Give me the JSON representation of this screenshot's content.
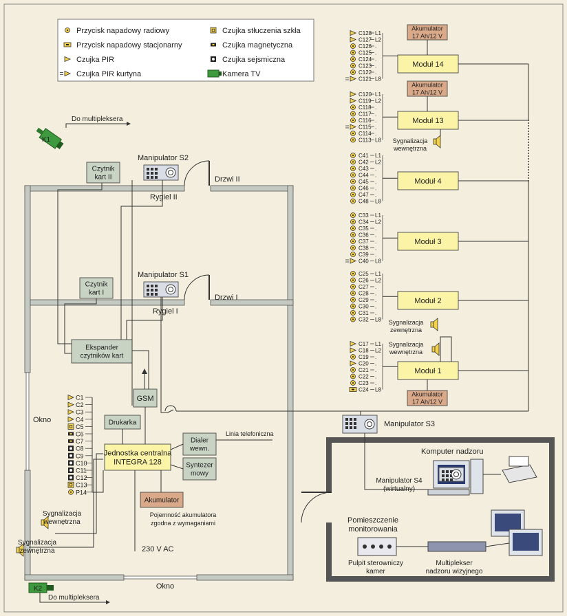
{
  "legend": {
    "items": [
      {
        "label": "Przycisk napadowy radiowy",
        "icon": "radio-panic-button-icon"
      },
      {
        "label": "Przycisk napadowy stacjonarny",
        "icon": "fixed-panic-button-icon"
      },
      {
        "label": "Czujka PIR",
        "icon": "pir-detector-icon"
      },
      {
        "label": "Czujka PIR kurtyna",
        "icon": "pir-curtain-detector-icon"
      },
      {
        "label": "Czujka stłuczenia szkła",
        "icon": "glass-break-detector-icon"
      },
      {
        "label": "Czujka magnetyczna",
        "icon": "magnetic-detector-icon"
      },
      {
        "label": "Czujka sejsmiczna",
        "icon": "seismic-detector-icon"
      },
      {
        "label": "Kamera TV",
        "icon": "tv-camera-icon"
      }
    ]
  },
  "cameras": [
    {
      "id": "K1",
      "dest": "Do multipleksera"
    },
    {
      "id": "K2",
      "dest": "Do multipleksera"
    }
  ],
  "building": {
    "card_reader_2": "Czytnik|kart II",
    "card_reader_1": "Czytnik|kart I",
    "manipulator_s2": "Manipulator S2",
    "manipulator_s1": "Manipulator S1",
    "door_2": "Drzwi II",
    "door_1": "Drzwi I",
    "bolt_2": "Rygiel II",
    "bolt_1": "Rygiel I",
    "expander": "Ekspander|czytników kart",
    "gsm": "GSM",
    "printer": "Drukarka",
    "central_unit": "Jednostka centralna|INTEGRA 128",
    "dialer": "Dialer|wewn.",
    "synth": "Syntezer|mowy",
    "battery": "Akumulator",
    "battery_note": "Pojemność akumulatora|zgodna z wymaganiami",
    "phone_line": "Linia telefoniczna",
    "power": "230 V AC",
    "window": "Okno",
    "siren_internal": "Sygnalizacja|wewnętrzna",
    "siren_external": "Sygnalizacja|zewnętrzna",
    "zones": [
      {
        "label": "C1",
        "type": "pir"
      },
      {
        "label": "C2",
        "type": "pir"
      },
      {
        "label": "C3",
        "type": "pir"
      },
      {
        "label": "C4",
        "type": "pir"
      },
      {
        "label": "C5",
        "type": "glass"
      },
      {
        "label": "C6",
        "type": "magnetic"
      },
      {
        "label": "C7",
        "type": "magnetic"
      },
      {
        "label": "C8",
        "type": "seismic"
      },
      {
        "label": "C9",
        "type": "seismic"
      },
      {
        "label": "C10",
        "type": "seismic"
      },
      {
        "label": "C11",
        "type": "seismic"
      },
      {
        "label": "C12",
        "type": "seismic"
      },
      {
        "label": "C13",
        "type": "glass"
      },
      {
        "label": "P14",
        "type": "radio"
      }
    ]
  },
  "modules": [
    {
      "name": "Moduł 14",
      "battery": "Akumulator|17 Ah/12 V",
      "zones": [
        [
          "C128",
          "pir"
        ],
        [
          "C127",
          "pir"
        ],
        [
          "C126",
          "radio"
        ],
        [
          "C125",
          "radio"
        ],
        [
          "C124",
          "radio"
        ],
        [
          "C123",
          "radio"
        ],
        [
          "C122",
          "radio"
        ],
        [
          "C121",
          "curtain"
        ]
      ]
    },
    {
      "name": "Moduł 13",
      "battery": "Akumulator|17 Ah/12 V",
      "siren": "Sygnalizacja|wewnętrzna",
      "zones": [
        [
          "C120",
          "pir"
        ],
        [
          "C119",
          "pir"
        ],
        [
          "C118",
          "radio"
        ],
        [
          "C117",
          "radio"
        ],
        [
          "C116",
          "radio"
        ],
        [
          "C115",
          "curtain"
        ],
        [
          "C114",
          "radio"
        ],
        [
          "C113",
          "radio"
        ]
      ]
    },
    {
      "name": "Moduł 4",
      "zones": [
        [
          "C41",
          "radio"
        ],
        [
          "C42",
          "radio"
        ],
        [
          "C43",
          "radio"
        ],
        [
          "C44",
          "radio"
        ],
        [
          "C45",
          "radio"
        ],
        [
          "C46",
          "radio"
        ],
        [
          "C47",
          "radio"
        ],
        [
          "C48",
          "radio"
        ]
      ]
    },
    {
      "name": "Moduł 3",
      "zones": [
        [
          "C33",
          "radio"
        ],
        [
          "C34",
          "radio"
        ],
        [
          "C35",
          "radio"
        ],
        [
          "C36",
          "radio"
        ],
        [
          "C37",
          "radio"
        ],
        [
          "C38",
          "radio"
        ],
        [
          "C39",
          "radio"
        ],
        [
          "C40",
          "curtain"
        ]
      ]
    },
    {
      "name": "Moduł 2",
      "zones": [
        [
          "C25",
          "radio"
        ],
        [
          "C26",
          "radio"
        ],
        [
          "C27",
          "radio"
        ],
        [
          "C28",
          "radio"
        ],
        [
          "C29",
          "radio"
        ],
        [
          "C30",
          "radio"
        ],
        [
          "C31",
          "radio"
        ],
        [
          "C32",
          "radio"
        ]
      ]
    },
    {
      "name": "Moduł 1",
      "battery": "Akumulator|17 Ah/12 V",
      "siren_ext": "Sygnalizacja|zewnętrzna",
      "siren_int": "Sygnalizacja|wewnętrzna",
      "zones": [
        [
          "C17",
          "pir"
        ],
        [
          "C18",
          "pir"
        ],
        [
          "C19",
          "radio"
        ],
        [
          "C20",
          "pir"
        ],
        [
          "C21",
          "radio"
        ],
        [
          "C22",
          "radio"
        ],
        [
          "C23",
          "radio"
        ],
        [
          "C24",
          "fixed"
        ]
      ]
    }
  ],
  "line_labels": {
    "first": "L1",
    "second": "L2",
    "dot": ".",
    "last": "L8"
  },
  "monitoring": {
    "manipulator_s3": "Manipulator S3",
    "computer": "Komputer nadzoru",
    "manipulator_s4": "Manipulator S4|(wirtualny)",
    "room": "Pomieszczenie|monitorowania",
    "camera_desk": "Pulpit sterowniczy|kamer",
    "multiplexer": "Multiplekser|nadzoru wizyjnego"
  },
  "colors": {
    "background": "#f3eedd",
    "module_fill": "#fbf4a6",
    "battery_fill": "#d9a98a",
    "box_fill": "#c9d3c3",
    "wall": "#c4c9c2",
    "camera": "#3f9a3f",
    "central_fill": "#fbf4a6"
  }
}
